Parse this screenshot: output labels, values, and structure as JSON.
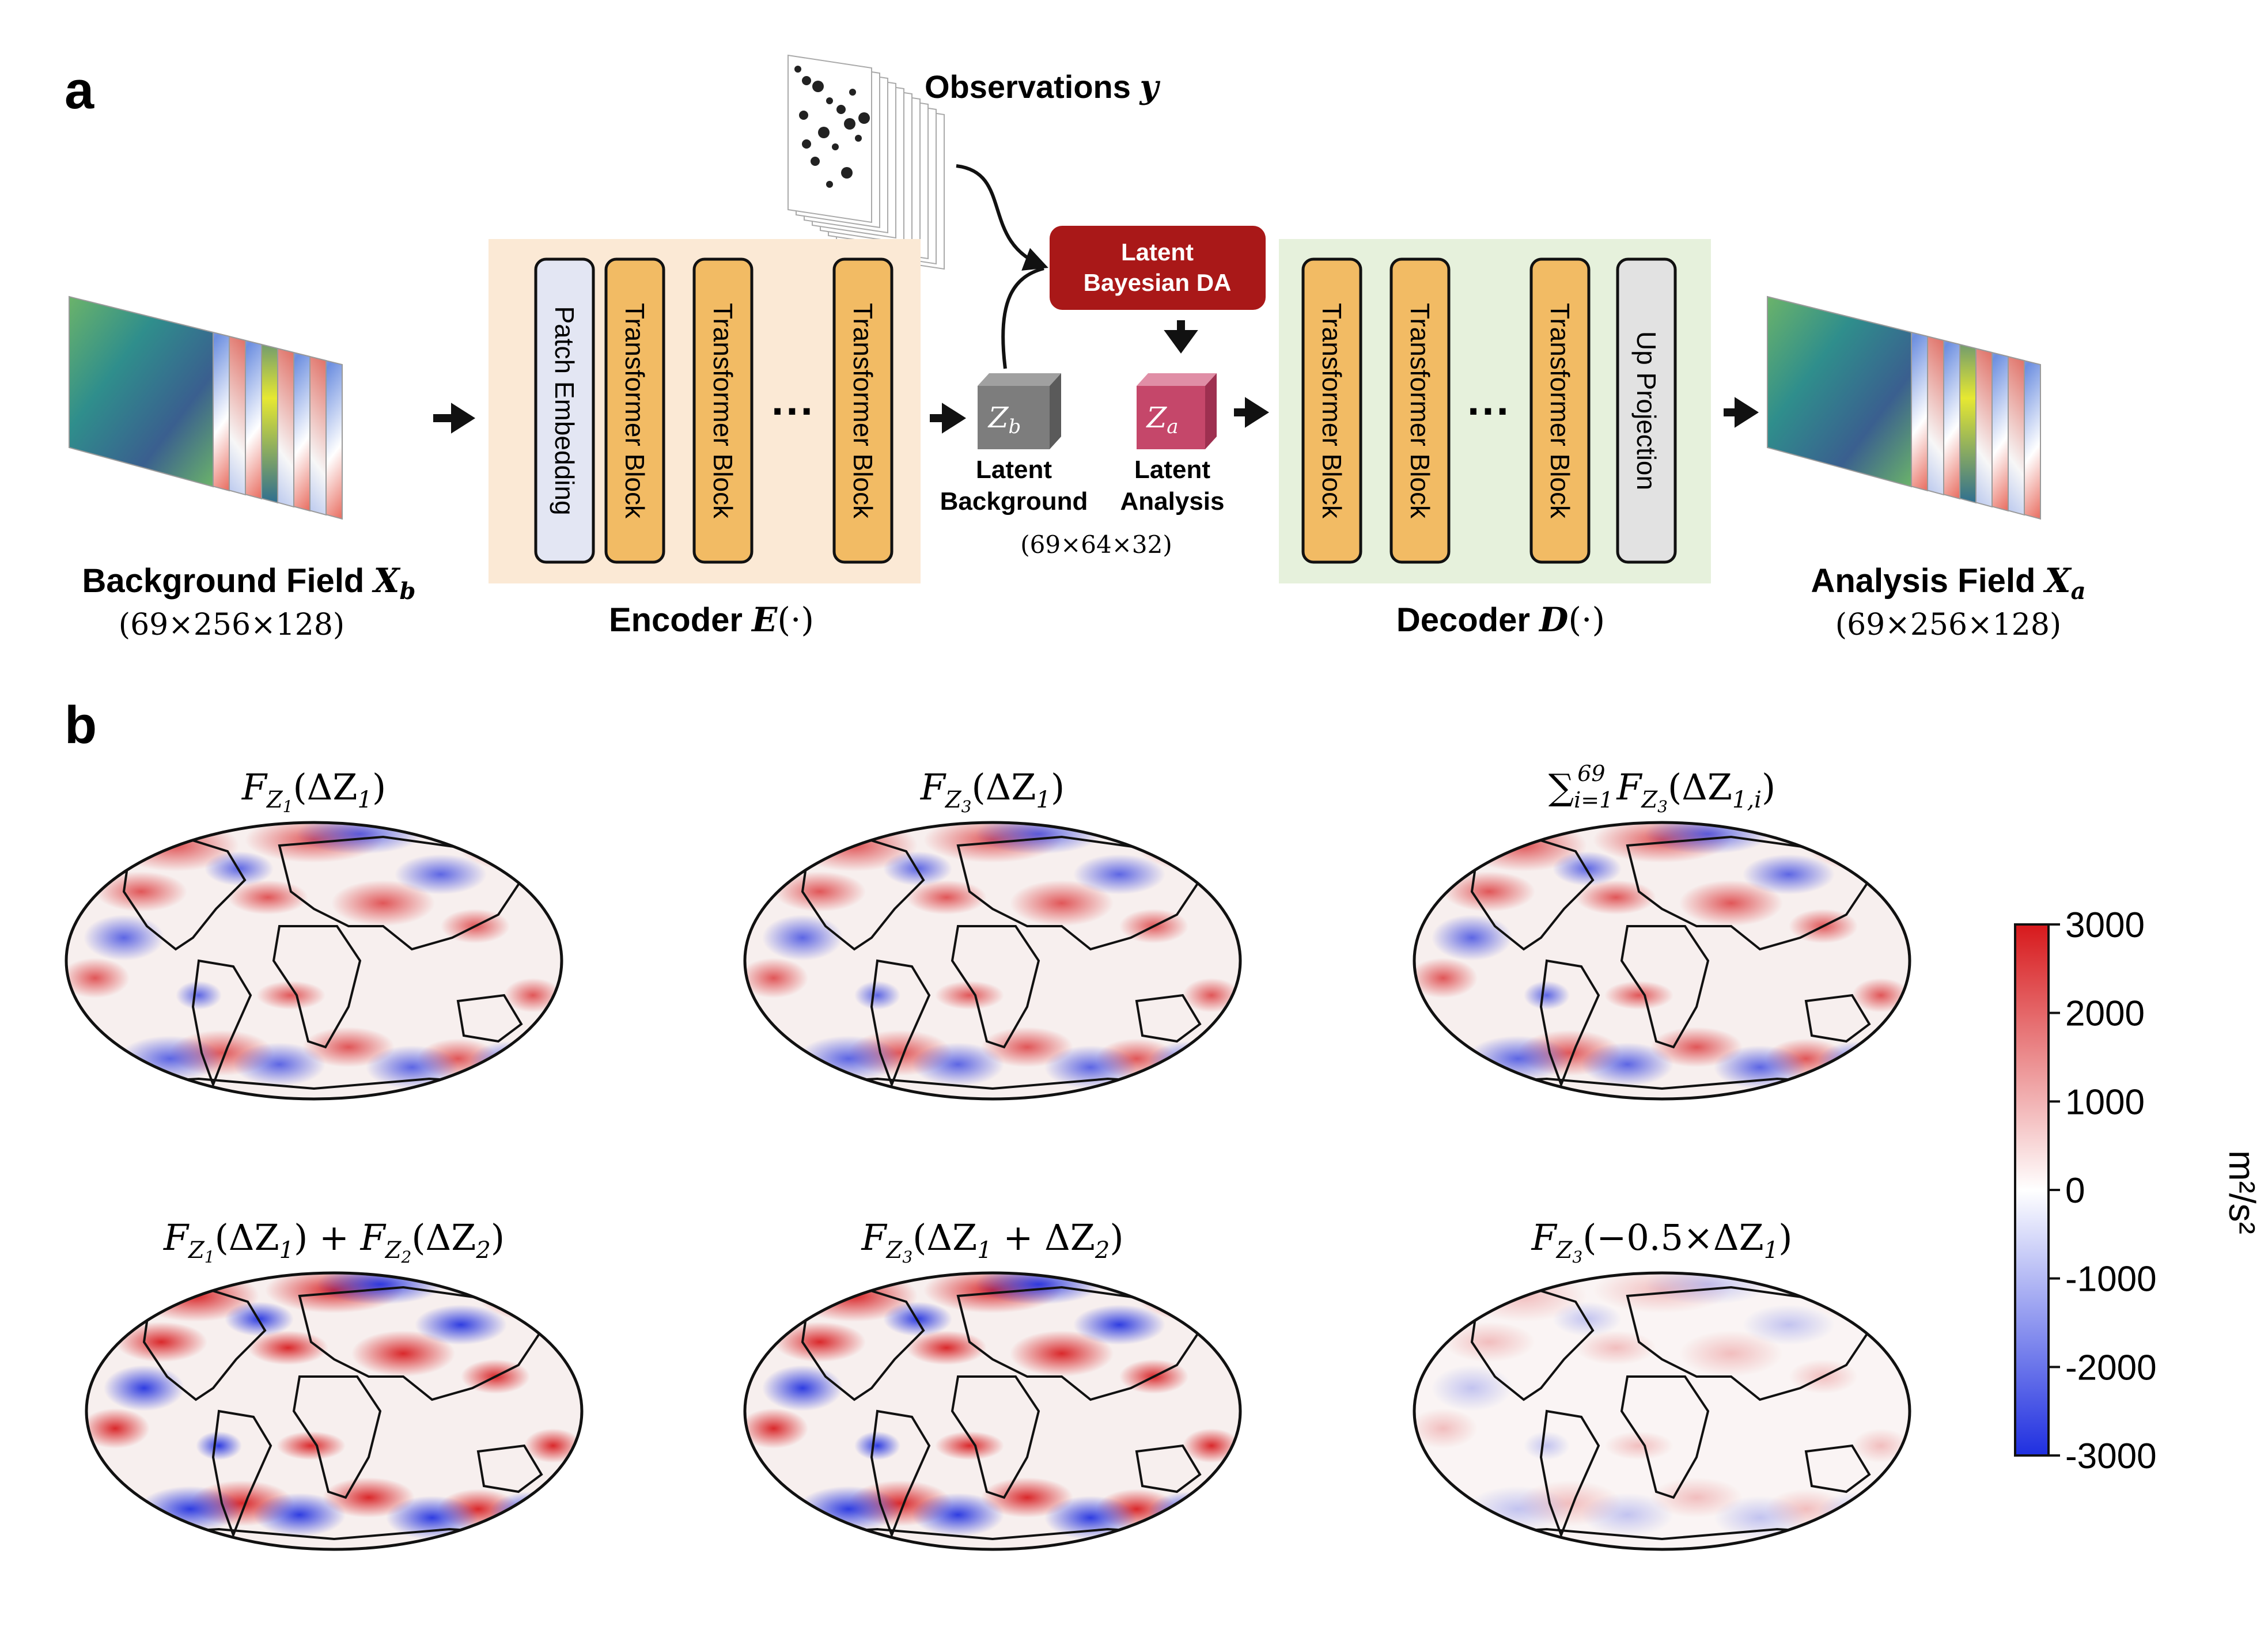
{
  "panel_a": {
    "letter": "a",
    "observations_label": "Observations",
    "observations_symbol": "y",
    "background": {
      "label": "Background Field",
      "symbol": "X",
      "sub": "b",
      "shape": "(69×256×128)"
    },
    "encoder": {
      "label": "Encoder",
      "symbol": "E",
      "arg": "(·)",
      "blocks": [
        "Patch Embedding",
        "Transformer Block",
        "Transformer Block",
        "Transformer Block"
      ],
      "ellipsis": "···"
    },
    "latent_da": {
      "line1": "Latent",
      "line2": "Bayesian DA"
    },
    "latent_background": {
      "symbol": "Z",
      "sub": "b",
      "line1": "Latent",
      "line2": "Background"
    },
    "latent_analysis": {
      "symbol": "Z",
      "sub": "a",
      "line1": "Latent",
      "line2": "Analysis"
    },
    "latent_shape": "(69×64×32)",
    "decoder": {
      "label": "Decoder",
      "symbol": "D",
      "arg": "(·)",
      "blocks": [
        "Transformer Block",
        "Transformer Block",
        "Transformer Block",
        "Up Projection"
      ],
      "ellipsis": "···"
    },
    "analysis": {
      "label": "Analysis Field",
      "symbol": "X",
      "sub": "a",
      "shape": "(69×256×128)"
    }
  },
  "panel_b": {
    "letter": "b",
    "maps": [
      {
        "title": "F_{Z1}(ΔZ1)"
      },
      {
        "title": "F_{Z3}(ΔZ1)"
      },
      {
        "title": "Σ_{i=1}^{69} F_{Z3}(ΔZ_{1,i})"
      },
      {
        "title": "F_{Z1}(ΔZ1) + F_{Z2}(ΔZ2)"
      },
      {
        "title": "F_{Z3}(ΔZ1 + ΔZ2)"
      },
      {
        "title": "F_{Z3}(−0.5×ΔZ1)"
      }
    ],
    "colorbar": {
      "ticks": [
        "3000",
        "2000",
        "1000",
        "0",
        "-1000",
        "-2000",
        "-3000"
      ],
      "unit": "m²/s²",
      "colors": {
        "high": "#d7191c",
        "mid": "#ffffff",
        "low": "#1f2fe0"
      }
    }
  },
  "colors": {
    "encoder_bg": "#fbe9d5",
    "decoder_bg": "#e6f1dc",
    "patch_block": "#e3e6f3",
    "transformer_block": "#f2bb64",
    "up_block": "#e2e2e2",
    "da_box": "#a91818",
    "latent_b_cube": "#7d7d7d",
    "latent_a_cube": "#c5476a"
  }
}
